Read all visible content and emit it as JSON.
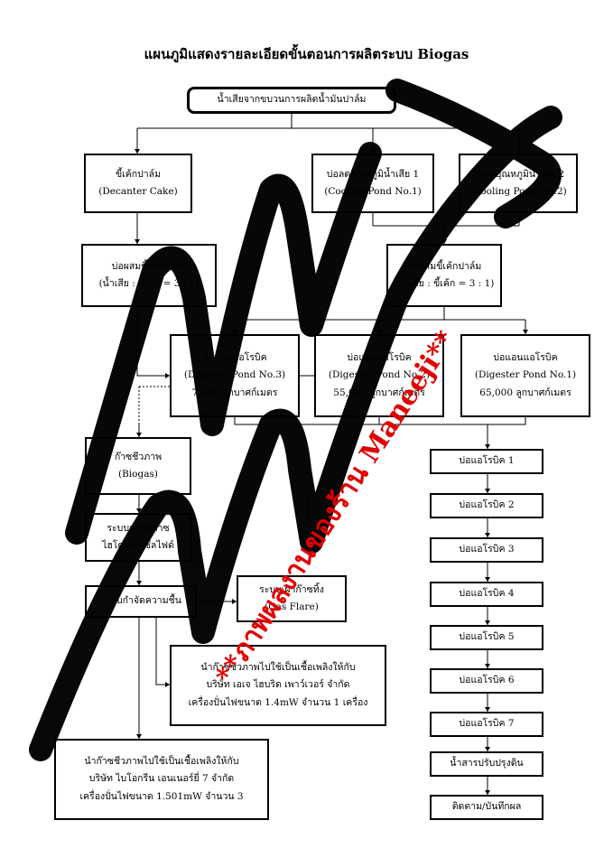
{
  "title": "แผนภูมิแสดงรายละเอียดขั้นตอนการผลิตระบบ Biogas",
  "nodes": {
    "source": [
      "น้ำเสียจากขบวนการผลิตน้ำมันปาล์ม"
    ],
    "cake": [
      "ขี้เค้กปาล์ม",
      "(Decanter Cake)"
    ],
    "cool1": [
      "บ่อลดอุณหภูมิน้ำเสีย 1",
      "(Cooling Pond No.1)"
    ],
    "cool2": [
      "บ่อลดอุณหภูมิน้ำเสีย 2",
      "(Cooling Pond No.2)"
    ],
    "mixL": [
      "บ่อผสมขี้เค้กปาล์ม",
      "(น้ำเสีย : ขี้เค้ก = 3 : 1)"
    ],
    "mixR": [
      "บ่อผสมขี้เค้กปาล์ม",
      "(น้ำเสีย : ขี้เค้ก = 3 : 1)"
    ],
    "dig3": [
      "บ่อแอนแอโรบิค",
      "(Digester Pond No.3)",
      "7,000 ลูกบาศก์เมตร"
    ],
    "dig2": [
      "บ่อแอนแอโรบิค",
      "(Digester Pond No.2)",
      "55,000 ลูกบาศก์เมตร"
    ],
    "dig1": [
      "บ่อแอนแอโรบิค",
      "(Digester Pond No.1)",
      "65,000 ลูกบาศก์เมตร"
    ],
    "biogas": [
      "ก๊าซชีวภาพ",
      "(Biogas)"
    ],
    "h2s": [
      "ระบบกำจัดก๊าซ",
      "ไฮโดรเจนซัลไฟด์"
    ],
    "moist": [
      "ระบบกำจัดความชื้น"
    ],
    "flare": [
      "ระบบเผาก๊าซทิ้ง",
      "(Gas Flare)"
    ],
    "useA": [
      "นำก๊าซชีวภาพไปใช้เป็นเชื้อเพลิงให้กับ",
      "บริษัท เอเจ ไฮบริด เพาว์เวอร์ จำกัด",
      "เครื่องปั่นไฟขนาด 1.4mW จำนวน 1 เครื่อง"
    ],
    "useB": [
      "นำก๊าซชีวภาพไปใช้เป็นเชื้อเพลิงให้กับ",
      "บริษัท ไบโอกรีน เอนเนอร์ยี่ 7 จำกัด",
      "เครื่องปั่นไฟขนาด 1.501mW จำนวน 3"
    ],
    "aer1": [
      "บ่อแอโรบิค 1"
    ],
    "aer2": [
      "บ่อแอโรบิค 2"
    ],
    "aer3": [
      "บ่อแอโรบิค 3"
    ],
    "aer4": [
      "บ่อแอโรบิค 4"
    ],
    "aer5": [
      "บ่อแอโรบิค 5"
    ],
    "aer6": [
      "บ่อแอโรบิค 6"
    ],
    "aer7": [
      "บ่อแอโรบิค 7"
    ],
    "soil": [
      "น้ำสารปรับปรุงดิน"
    ],
    "track": [
      "ติดตาม/บันทึกผล"
    ]
  },
  "watermark": "**ภาพผลงานของร้าน Maneeji**",
  "watermark_color": "#e00000"
}
